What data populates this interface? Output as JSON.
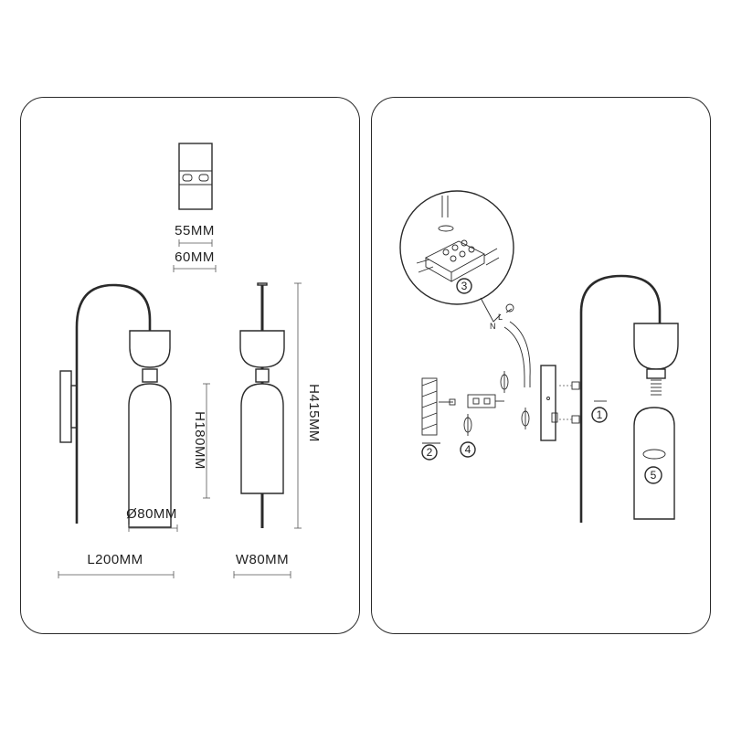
{
  "dimensions": {
    "backplate_width": "55MM",
    "backplate_height": "60MM",
    "shade_height": "H180MM",
    "shade_diameter": "Ø80MM",
    "total_height": "H415MM",
    "length": "L200MM",
    "width": "W80MM"
  },
  "steps": [
    "1",
    "2",
    "3",
    "4",
    "5"
  ]
}
